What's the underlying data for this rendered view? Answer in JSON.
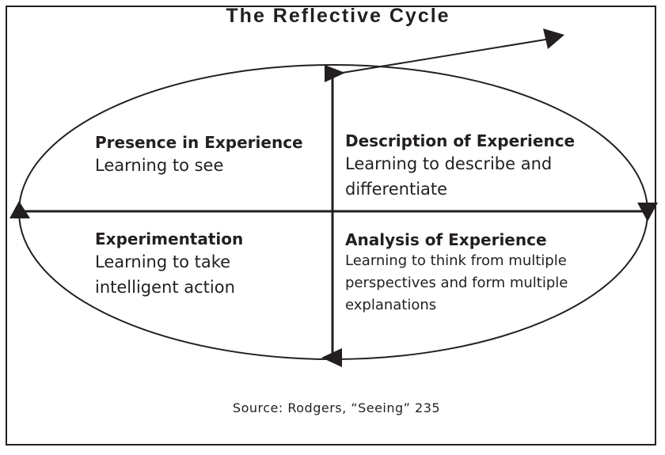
{
  "title": "The Reflective Cycle",
  "quadrants": {
    "top_left": {
      "heading": "Presence in Experience",
      "lines": [
        "Learning to see"
      ]
    },
    "top_right": {
      "heading": "Description of Experience",
      "lines": [
        "Learning to describe and",
        "differentiate"
      ]
    },
    "bottom_left": {
      "heading": "Experimentation",
      "lines": [
        "Learning to take",
        "intelligent action"
      ]
    },
    "bottom_right": {
      "heading": "Analysis of Experience",
      "lines": [
        "Learning to think from multiple",
        "perspectives and form multiple",
        "explanations"
      ]
    }
  },
  "source": "Source: Rodgers, “Seeing” 235",
  "colors": {
    "ink": "#231f20",
    "background": "#ffffff"
  }
}
